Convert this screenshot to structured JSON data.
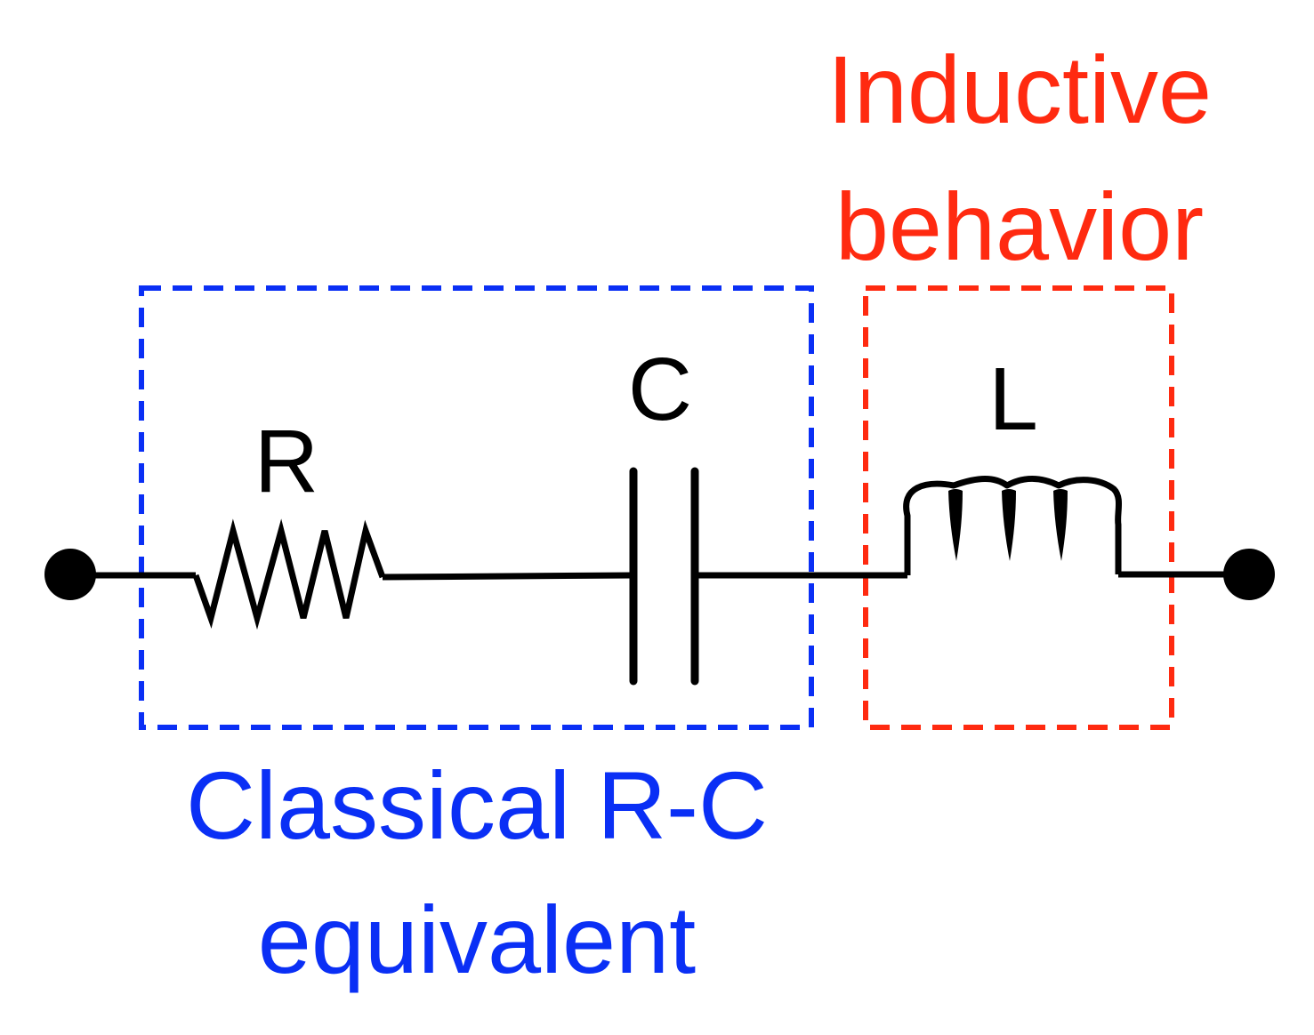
{
  "labels": {
    "resistor": "R",
    "capacitor": "C",
    "inductor": "L",
    "inductive_line1": "Inductive",
    "inductive_line2": "behavior",
    "rc_line1": "Classical R-C",
    "rc_line2": "equivalent"
  },
  "colors": {
    "circuit": "#000000",
    "rc_group": "#0a2ff5",
    "inductive_group": "#ff2a10"
  }
}
